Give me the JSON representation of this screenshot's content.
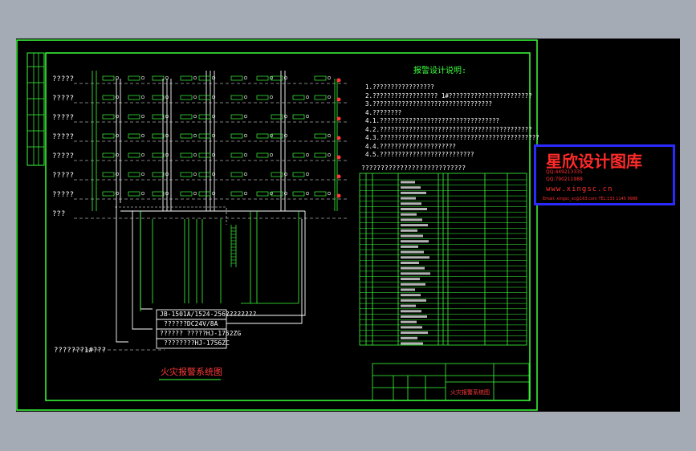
{
  "left_labels": [
    "?????",
    "?????",
    "?????",
    "?????",
    "?????",
    "?????",
    "?????",
    "???"
  ],
  "bottom_left_label": "???????1#???",
  "notes_title": "报警设计说明:",
  "notes": [
    "1.?????????????????",
    "2.?????????????????? 1#???????????????????????",
    "3.?????????????????????????????????",
    "4.????????",
    "  4.1.?????????????????????????????????",
    "  4.2.??????????????????????????????????????????",
    "  4.3.????????????????????????????????????????????",
    "  4.4.?????????????????????",
    "  4.5.??????????????????????????"
  ],
  "table_title": "???????????????????????????",
  "controller_labels": [
    "JB-1501A/1524-256????????",
    "??????DC24V/8A",
    "??????  ?????HJ-1752ZG",
    "????????HJ-1756ZC"
  ],
  "diagram_title": "火灾报警系统图",
  "watermark": {
    "title": "星欣设计图库",
    "qq1": "QQ:449213335",
    "qq2": "QQ:790211988",
    "site": "www.xingsc.cn",
    "contact": "Email: xingsc_sc@163.com   TEL:133 1145 9988"
  },
  "title_block_name": "火灾报警系统图",
  "colors": {
    "frame": "#3cff3c",
    "lines": "#ffffff",
    "text": "#ffffff",
    "accent": "#ff3a3a",
    "watermark_border": "#2a2aff"
  }
}
